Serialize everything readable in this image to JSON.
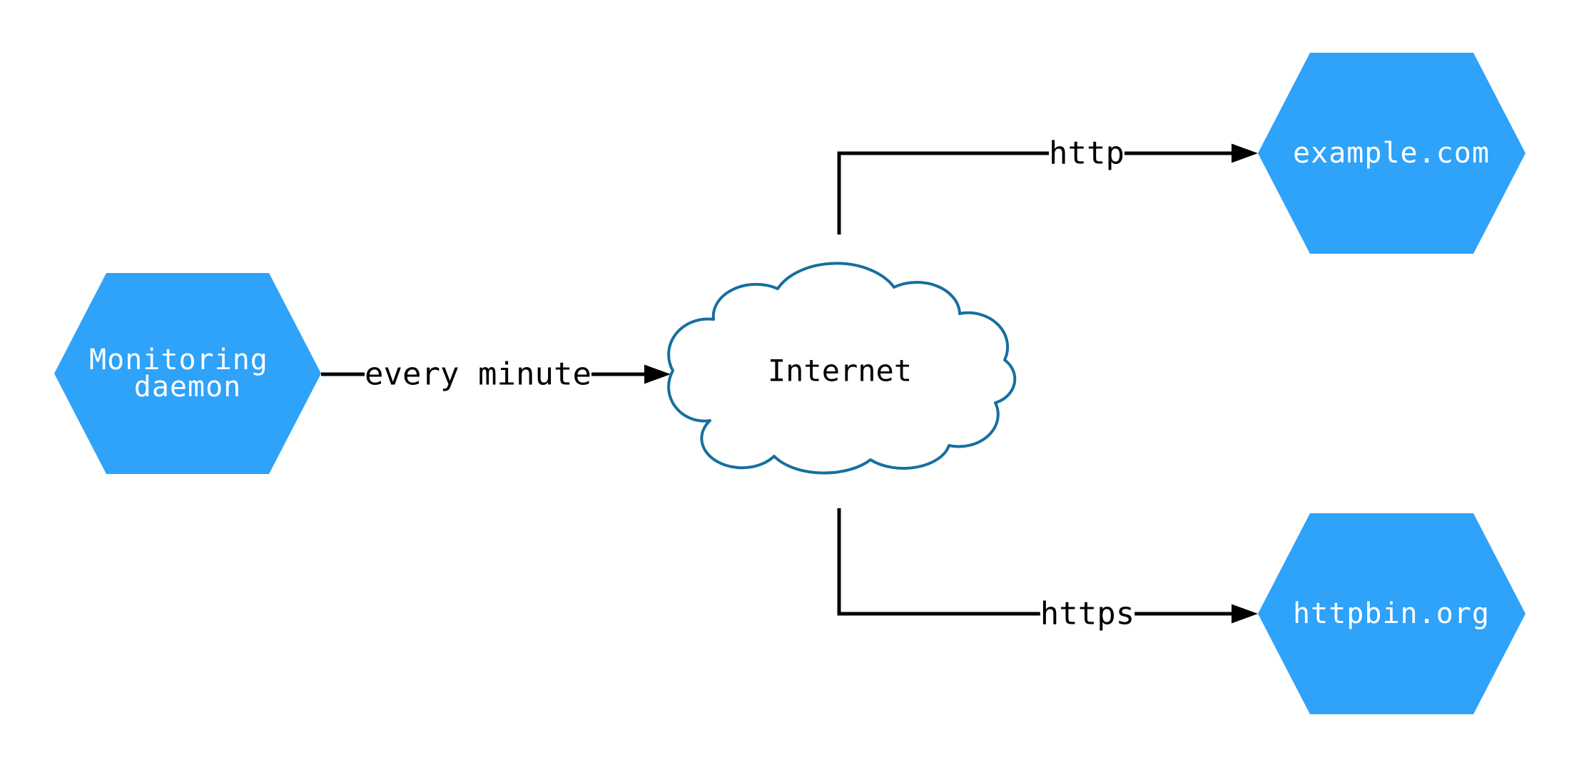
{
  "diagram": {
    "nodes": {
      "monitoring": {
        "shape": "hexagon",
        "lines": [
          "Monitoring",
          "daemon"
        ]
      },
      "internet": {
        "shape": "cloud",
        "label": "Internet"
      },
      "example": {
        "shape": "hexagon",
        "label": "example.com"
      },
      "httpbin": {
        "shape": "hexagon",
        "label": "httpbin.org"
      }
    },
    "edges": {
      "every_minute": {
        "from": "monitoring",
        "to": "internet",
        "label": "every minute"
      },
      "http": {
        "from": "internet",
        "to": "example",
        "label": "http"
      },
      "https": {
        "from": "internet",
        "to": "httpbin",
        "label": "https"
      }
    },
    "colors": {
      "node_fill": "#2fa2f9",
      "node_text": "#ffffff",
      "cloud_stroke": "#166f9f",
      "cloud_fill": "#ffffff",
      "line": "#000000",
      "background": "#ffffff"
    }
  }
}
